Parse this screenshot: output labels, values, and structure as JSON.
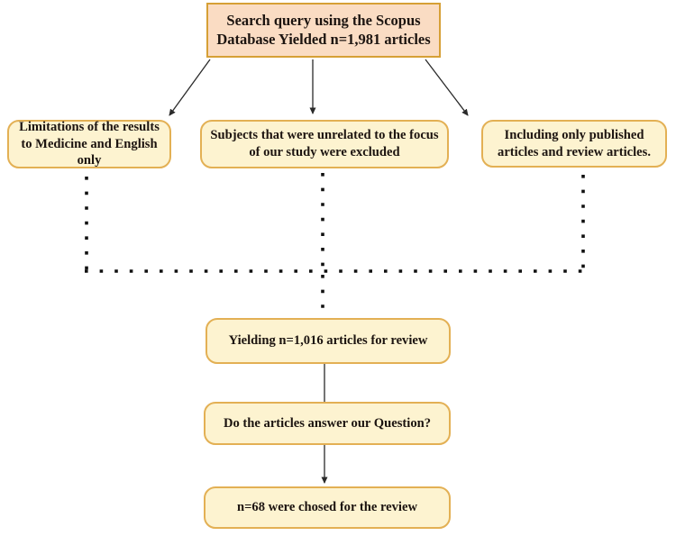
{
  "flowchart": {
    "nodes": {
      "top": {
        "text": "Search query using the Scopus Database Yielded n=1,981 articles"
      },
      "filter_left": {
        "text": "Limitations of the results to Medicine and English only"
      },
      "filter_middle": {
        "text": "Subjects that were unrelated to the focus of our study were excluded"
      },
      "filter_right": {
        "text": "Including only published articles and review articles."
      },
      "yield": {
        "text": "Yielding n=1,016 articles for review"
      },
      "question": {
        "text": "Do the articles answer our Question?"
      },
      "final": {
        "text": "n=68 were chosed for the review"
      }
    },
    "colors": {
      "top_box_fill": "#fadcc3",
      "top_box_border": "#d6a036",
      "rounded_box_fill": "#fdf3d0",
      "rounded_box_border": "#e3b054",
      "connector": "#2a2a2a",
      "dotted": "#111111",
      "text": "#1c1410"
    }
  }
}
